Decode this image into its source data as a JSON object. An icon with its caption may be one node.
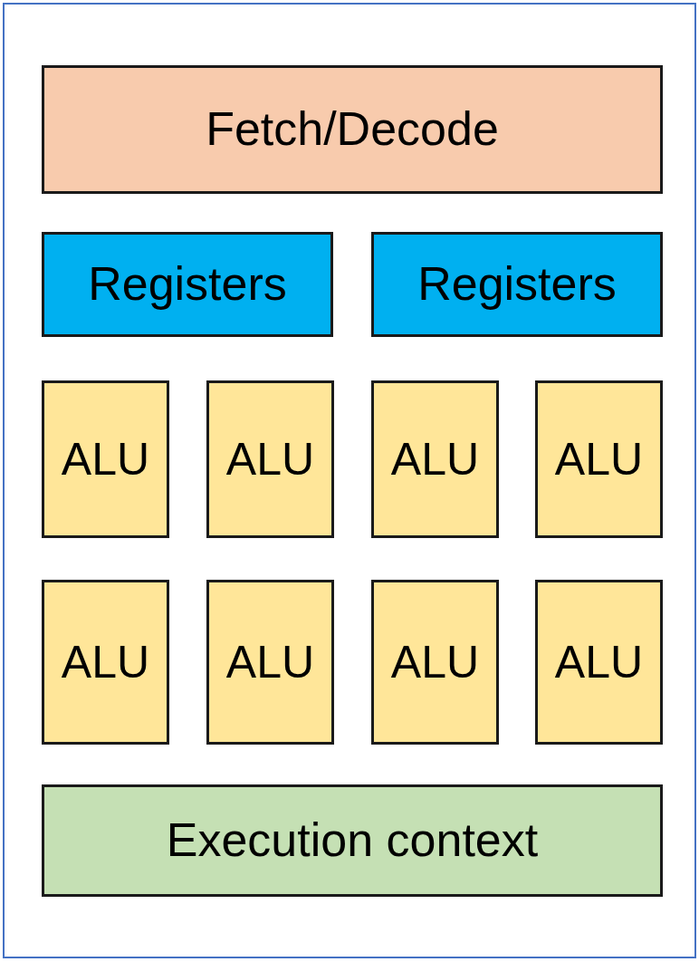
{
  "diagram": {
    "nodes": [
      {
        "text": [],
        "shape": "box"
      },
      {
        "text": [
          "Fetch/Decode"
        ],
        "in": 0
      },
      {
        "text": [
          "Registers"
        ],
        "in": 0
      },
      {
        "text": [
          "Registers"
        ],
        "in": 0
      },
      {
        "text": [
          "ALU"
        ],
        "in": 0
      },
      {
        "text": [
          "ALU"
        ],
        "in": 0
      },
      {
        "text": [
          "ALU"
        ],
        "in": 0
      },
      {
        "text": [
          "ALU"
        ],
        "in": 0
      },
      {
        "text": [
          "ALU"
        ],
        "in": 0
      },
      {
        "text": [
          "ALU"
        ],
        "in": 0
      },
      {
        "text": [
          "ALU"
        ],
        "in": 0
      },
      {
        "text": [
          "ALU"
        ],
        "in": 0
      },
      {
        "text": [
          "Execution context"
        ],
        "in": 0
      }
    ]
  }
}
